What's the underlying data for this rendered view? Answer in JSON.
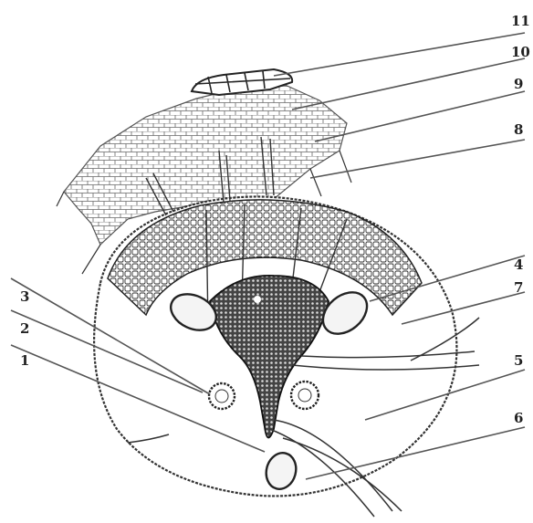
{
  "figure": {
    "labels": [
      {
        "id": "label-1",
        "text": "1"
      },
      {
        "id": "label-2",
        "text": "2"
      },
      {
        "id": "label-3",
        "text": "3"
      },
      {
        "id": "label-4",
        "text": "4"
      },
      {
        "id": "label-5",
        "text": "5"
      },
      {
        "id": "label-6",
        "text": "6"
      },
      {
        "id": "label-7",
        "text": "7"
      },
      {
        "id": "label-8",
        "text": "8"
      },
      {
        "id": "label-9",
        "text": "9"
      },
      {
        "id": "label-10",
        "text": "10"
      },
      {
        "id": "label-11",
        "text": "11"
      }
    ]
  }
}
